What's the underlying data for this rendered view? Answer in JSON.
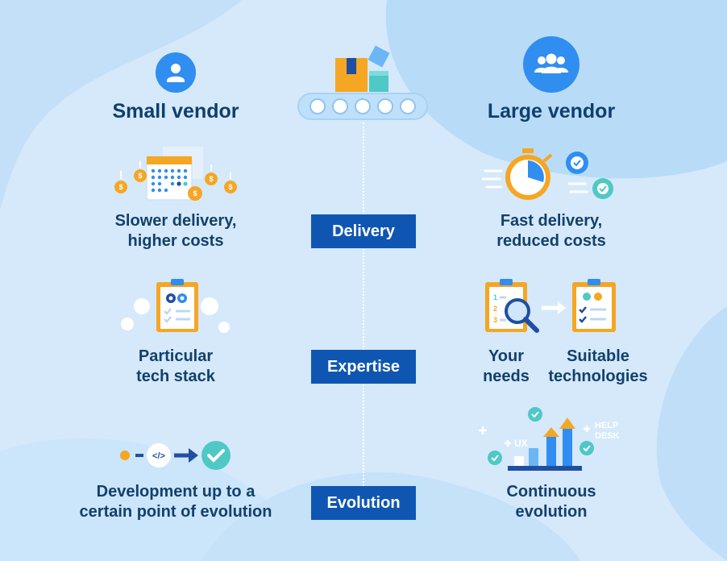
{
  "columns": {
    "left": {
      "title": "Small vendor",
      "icon": "person-icon"
    },
    "right": {
      "title": "Large vendor",
      "icon": "group-icon"
    }
  },
  "center_icon": "conveyor-belt-icon",
  "rows": [
    {
      "badge": "Delivery",
      "left": {
        "text": "Slower delivery,\nhigher costs",
        "icon": "calendar-coins-icon"
      },
      "right": {
        "text": "Fast delivery,\nreduced costs",
        "icon": "stopwatch-gears-icon"
      }
    },
    {
      "badge": "Expertise",
      "left": {
        "text": "Particular\ntech stack",
        "icon": "clipboard-gears-icon"
      },
      "right": {
        "text_a": "Your\nneeds",
        "text_b": "Suitable\ntechnologies",
        "icon": "clipboard-search-to-checklist-icon",
        "list_numbers": [
          "1",
          "2",
          "3"
        ]
      }
    },
    {
      "badge": "Evolution",
      "left": {
        "text": "Development up to a\ncertain point of evolution",
        "icon": "code-to-check-icon",
        "code_tag": "</>"
      },
      "right": {
        "text": "Continuous\nevolution",
        "icon": "growth-bars-icon",
        "tags": [
          "UX",
          "HELP\nDESK"
        ]
      }
    }
  ],
  "colors": {
    "background": "#d5e9fb",
    "badge": "#0f56b3",
    "text": "#12406b",
    "accent_orange": "#f5a623",
    "accent_blue": "#2f8ef0",
    "accent_teal": "#4fc8c6"
  }
}
